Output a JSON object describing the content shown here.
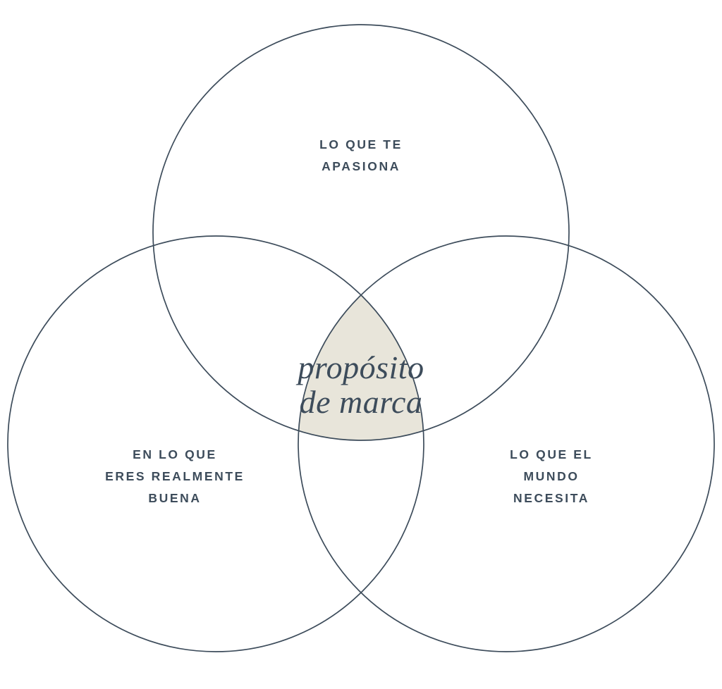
{
  "diagram": {
    "title": "propósito de marca venn",
    "colors": {
      "stroke": "#3d4c5b",
      "text": "#3d4c5b",
      "center_fill": "#e8e5da",
      "background": "#ffffff"
    },
    "top_circle": {
      "label_line1": "LO QUE TE",
      "label_line2": "APASIONA"
    },
    "left_circle": {
      "label_line1": "EN LO QUE",
      "label_line2": "ERES REALMENTE",
      "label_line3": "BUENA"
    },
    "right_circle": {
      "label_line1": "LO QUE EL",
      "label_line2": "MUNDO",
      "label_line3": "NECESITA"
    },
    "center": {
      "label_line1": "propósito",
      "label_line2": "de marca"
    }
  }
}
